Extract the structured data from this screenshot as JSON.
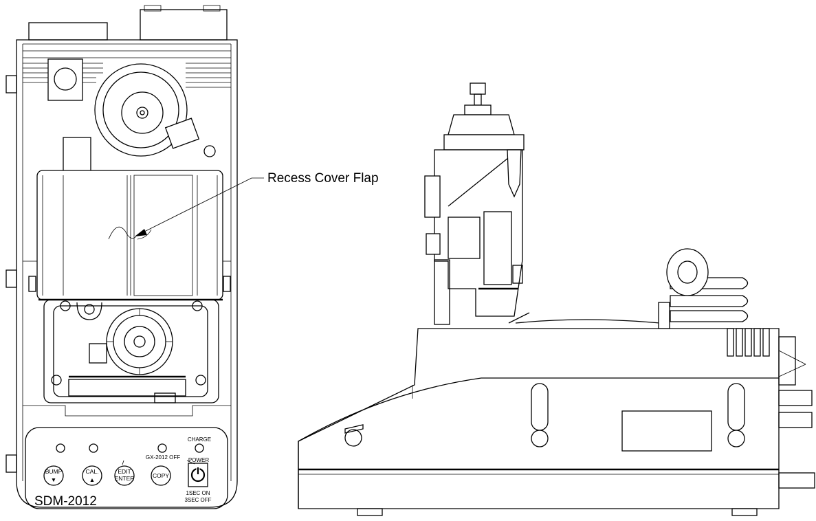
{
  "callout": {
    "label": "Recess Cover Flap"
  },
  "front_view": {
    "model": "SDM-2012",
    "charge_label": "CHARGE",
    "off_label": "GX-2012 OFF",
    "power_label": "POWER",
    "power_note_line1": "1SEC ON",
    "power_note_line2": "3SEC OFF",
    "buttons": [
      {
        "line1": "BUMP",
        "line2": "▼"
      },
      {
        "line1": "CAL.",
        "line2": "▲"
      },
      {
        "line1": "EDIT",
        "line2": "ENTER"
      },
      {
        "line1": "COPY",
        "line2": ""
      }
    ]
  },
  "icons": [
    "power-icon",
    "down-arrow-icon",
    "up-arrow-icon"
  ]
}
